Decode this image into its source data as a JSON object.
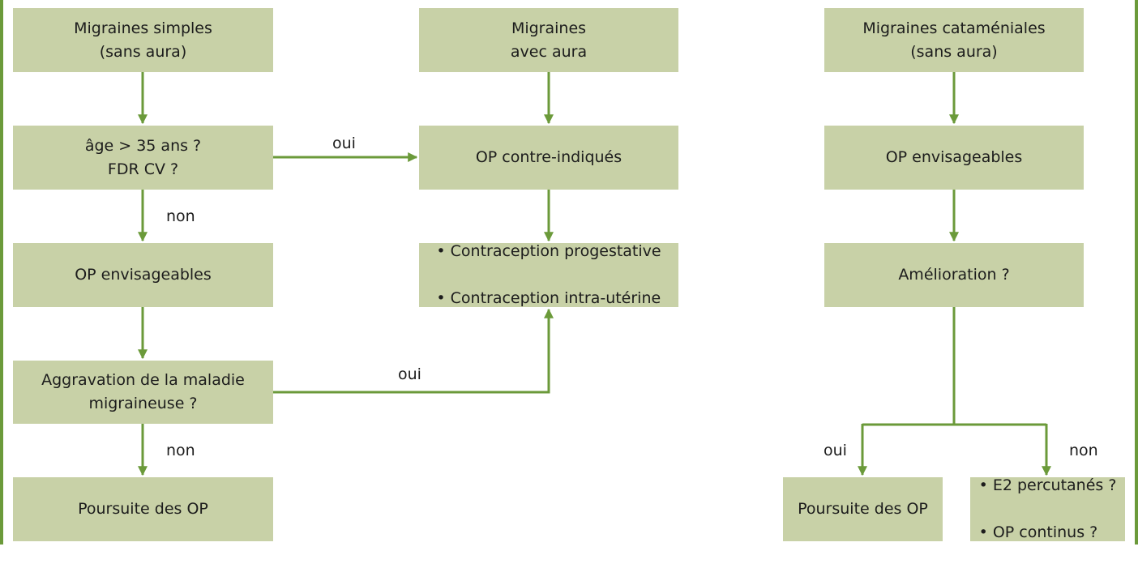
{
  "colors": {
    "border": "#6b9a3a",
    "box": "#c8d1a7",
    "arrow": "#6b9a3a",
    "text": "#1c1c1c"
  },
  "boxes": {
    "simple": "Migraines simples\n(sans aura)",
    "age": "âge > 35 ans ?\nFDR CV ?",
    "op_env_left": "OP envisageables",
    "aggravation": "Aggravation de la maladie\nmigraineuse ?",
    "poursuite_left": "Poursuite des OP",
    "aura": "Migraines\navec aura",
    "contre": "OP contre-indiqués",
    "contraception": [
      "Contraception progestative",
      "Contraception intra-utérine"
    ],
    "catameniales": "Migraines cataméniales\n(sans aura)",
    "op_env_right": "OP envisageables",
    "amelioration": "Amélioration ?",
    "poursuite_right": "Poursuite des OP",
    "alternatives": [
      "E2 percutanés ?",
      "OP continus ?"
    ]
  },
  "labels": {
    "oui_age": "oui",
    "non_age": "non",
    "oui_aggr": "oui",
    "non_aggr": "non",
    "oui_amel": "oui",
    "non_amel": "non"
  }
}
